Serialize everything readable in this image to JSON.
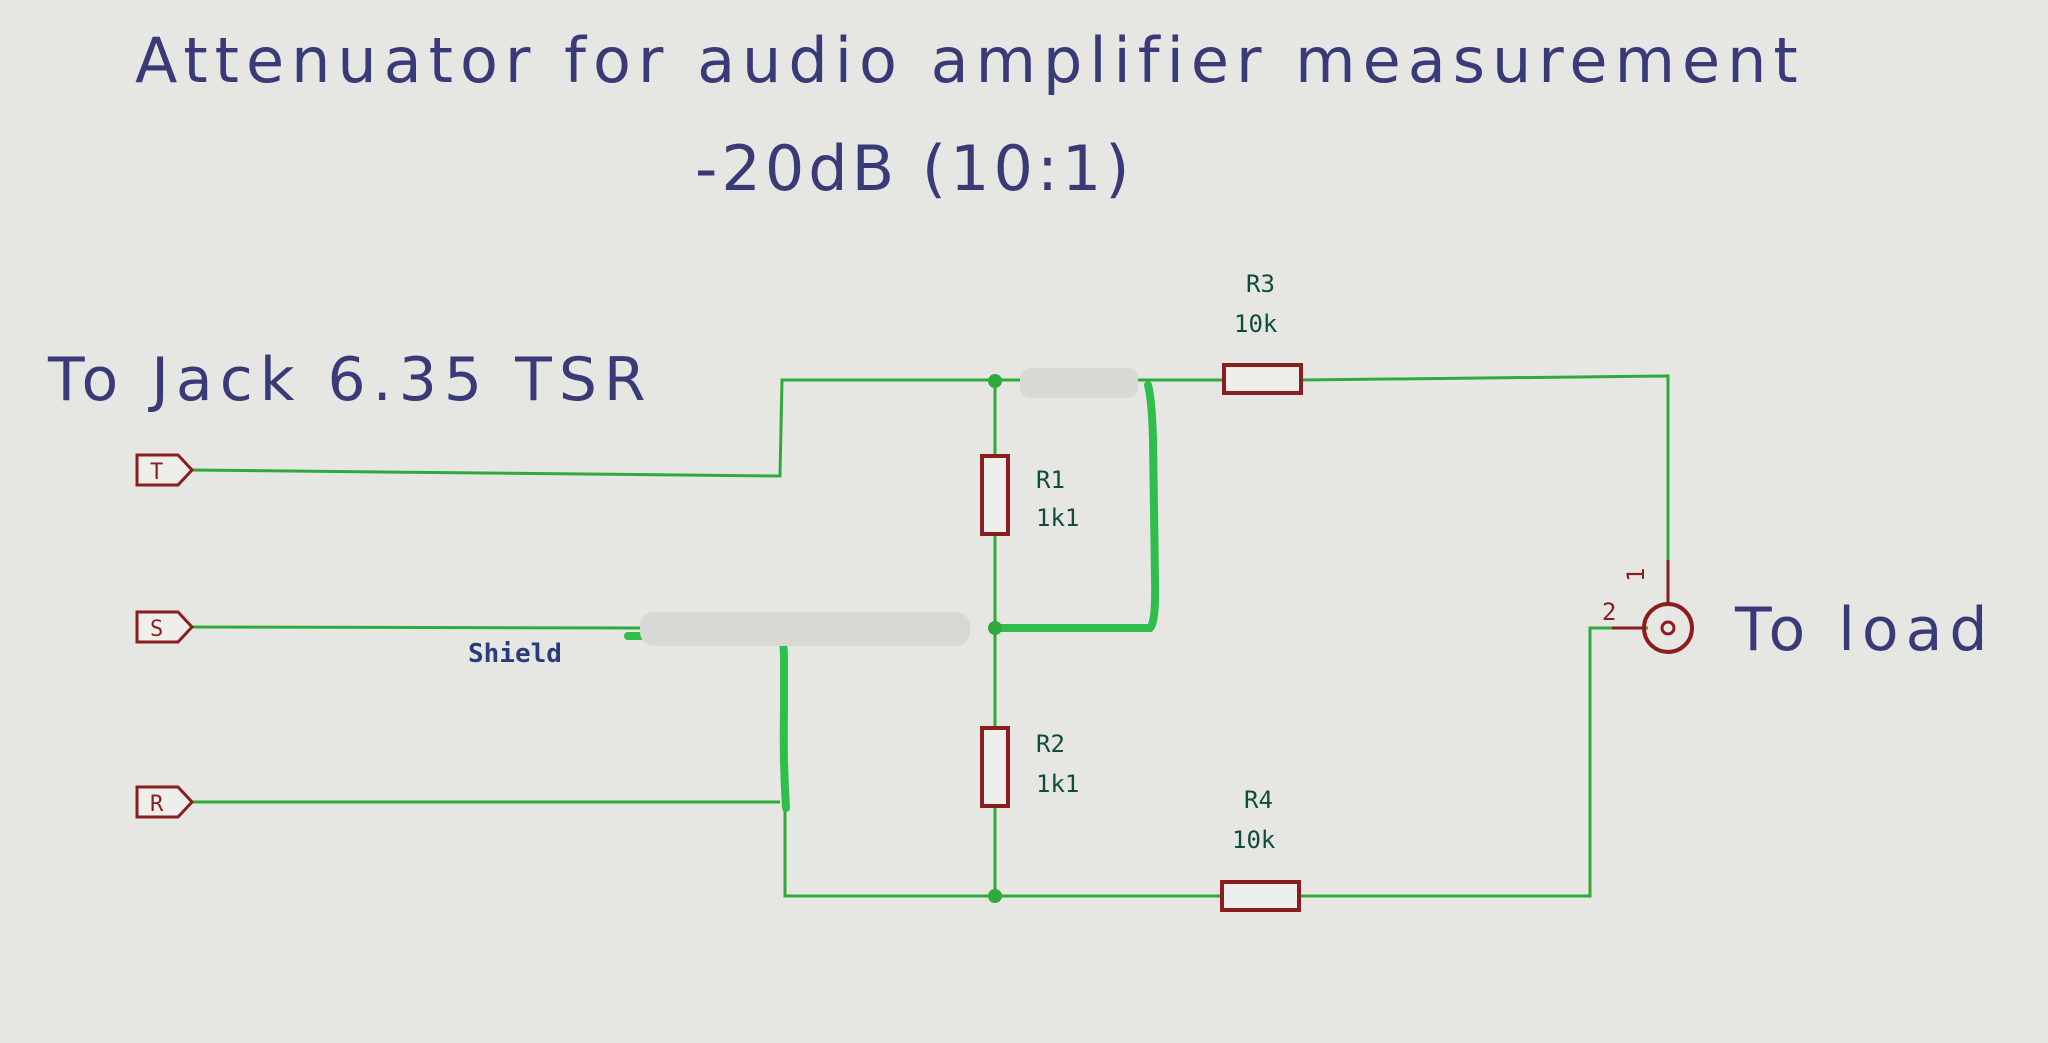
{
  "title": "Attenuator for audio amplifier measurement",
  "subtitle": "-20dB (10:1)",
  "left_label": "To Jack 6.35 TSR",
  "right_label": "To load",
  "ports": [
    {
      "label": "T"
    },
    {
      "label": "S"
    },
    {
      "label": "R"
    }
  ],
  "net_label": "Shield",
  "resistors": [
    {
      "ref": "R1",
      "value": "1k1"
    },
    {
      "ref": "R2",
      "value": "1k1"
    },
    {
      "ref": "R3",
      "value": "10k"
    },
    {
      "ref": "R4",
      "value": "10k"
    }
  ],
  "connector": {
    "pin1": "1",
    "pin2": "2"
  },
  "colors": {
    "background": "#e6e6e2",
    "text": "#3a3a78",
    "wire": "#2faa3a",
    "component": "#8a1d1d"
  }
}
